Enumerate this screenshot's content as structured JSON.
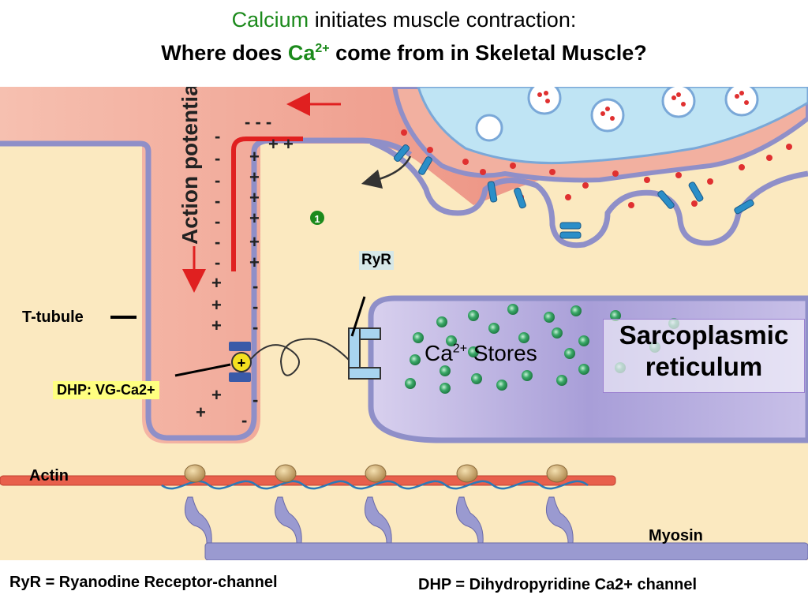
{
  "title": {
    "line1_highlight": "Calcium",
    "line1_rest": "initiates muscle contraction:",
    "line2_part1": "Where does",
    "line2_ca": "Ca",
    "line2_sup": "2+",
    "line2_part2": "come from in Skeletal Muscle?"
  },
  "labels": {
    "action_potential": "Action potential",
    "step_number": "1",
    "ryr": "RyR",
    "t_tubule": "T-tubule",
    "dhp": "DHP: VG-Ca2+",
    "ca_stores_ca": "Ca",
    "ca_stores_sup": "2+",
    "ca_stores_text": "Stores",
    "sr_line1": "Sarcoplasmic",
    "sr_line2": "reticulum",
    "actin": "Actin",
    "myosin": "Myosin",
    "dhp_channel_sign": "+"
  },
  "footnotes": {
    "ryr": "RyR = Ryanodine Receptor-channel",
    "dhp": "DHP = Dihydropyridine Ca2+ channel"
  },
  "colors": {
    "title_green": "#1c8a1c",
    "cytoplasm": "#fbe9c0",
    "membrane": "#8f8fc8",
    "tubule_fill": "#f0a898",
    "red_arrow": "#e02020",
    "sr_fill": "#a8a0d8",
    "calcium_dot": "#2e9e5a",
    "actin": "#e8604c",
    "myosin": "#9a9ad0"
  }
}
